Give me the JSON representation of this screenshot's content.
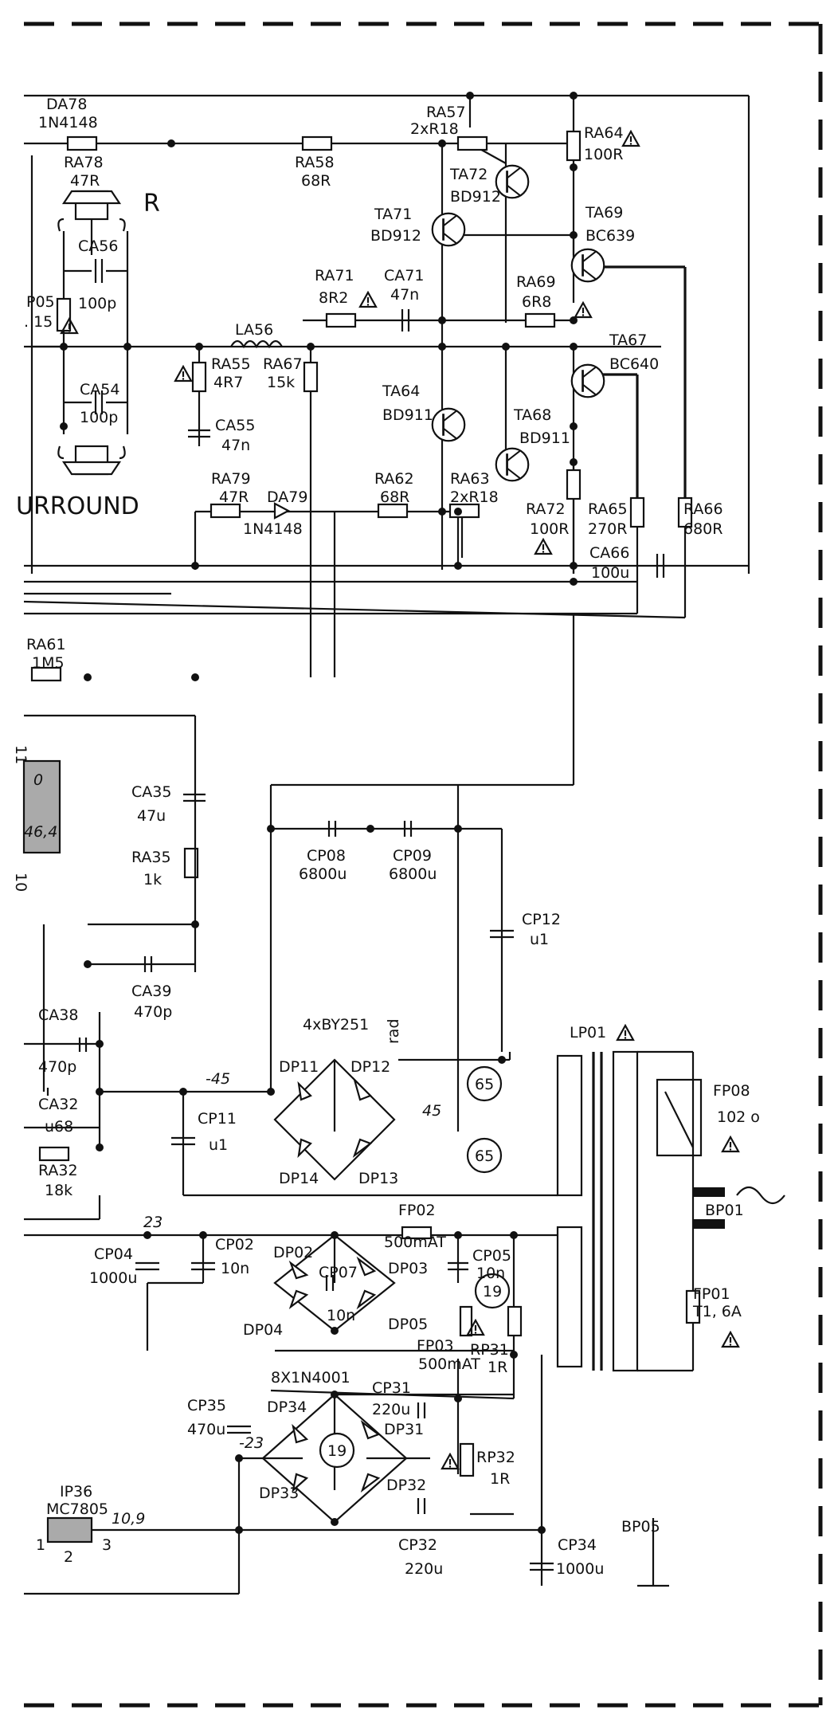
{
  "surround_label": "URROUND",
  "speaker_channel": "R",
  "ic_block": {
    "values": [
      "0",
      "46,4"
    ],
    "pin_marks": [
      "11",
      "10"
    ]
  },
  "voltages": [
    "-45",
    "45",
    "23",
    "-23",
    "10,9"
  ],
  "rectifier_note": "rad",
  "components": {
    "DA78": [
      "DA78",
      "1N4148"
    ],
    "RA78": [
      "RA78",
      "47R"
    ],
    "RA58": [
      "RA58",
      "68R"
    ],
    "RA57": [
      "RA57",
      "2xR18"
    ],
    "RA64": [
      "RA64",
      "100R"
    ],
    "TA72": [
      "TA72",
      "BD912"
    ],
    "TA71": [
      "TA71",
      "BD912"
    ],
    "TA69": [
      "TA69",
      "BC639"
    ],
    "CA56": [
      "CA56",
      "100p"
    ],
    "P05": [
      "P05",
      ". 15"
    ],
    "RA71": [
      "RA71",
      "8R2"
    ],
    "CA71": [
      "CA71",
      "47n"
    ],
    "RA69": [
      "RA69",
      "6R8"
    ],
    "LA56": [
      "LA56"
    ],
    "TA67": [
      "TA67",
      "BC640"
    ],
    "RA55": [
      "RA55",
      "4R7"
    ],
    "RA67": [
      "RA67",
      "15k"
    ],
    "CA54": [
      "CA54",
      "100p"
    ],
    "TA64": [
      "TA64",
      "BD911"
    ],
    "TA68": [
      "TA68",
      "BD911"
    ],
    "CA55": [
      "CA55",
      "47n"
    ],
    "RA79": [
      "RA79",
      "47R"
    ],
    "DA79": [
      "DA79",
      "1N4148"
    ],
    "RA62": [
      "RA62",
      "68R"
    ],
    "RA63": [
      "RA63",
      "2xR18"
    ],
    "RA72": [
      "RA72",
      "100R"
    ],
    "RA65": [
      "RA65",
      "270R"
    ],
    "RA66": [
      "RA66",
      "680R"
    ],
    "CA66": [
      "CA66",
      "100u"
    ],
    "RA61": [
      "RA61",
      "1M5"
    ],
    "CA35": [
      "CA35",
      "47u"
    ],
    "RA35": [
      "RA35",
      "1k"
    ],
    "CP08": [
      "CP08",
      "6800u"
    ],
    "CP09": [
      "CP09",
      "6800u"
    ],
    "CP12": [
      "CP12",
      "u1"
    ],
    "CA39": [
      "CA39",
      "470p"
    ],
    "BRIDGE1": [
      "4xBY251"
    ],
    "CA38": [
      "CA38",
      "470p"
    ],
    "LP01": [
      "LP01"
    ],
    "CA32": [
      "CA32",
      "u68"
    ],
    "CP11": [
      "CP11",
      "u1"
    ],
    "FP08": [
      "FP08",
      "102 o"
    ],
    "RA32": [
      "RA32",
      "18k"
    ],
    "BP01": [
      "BP01"
    ],
    "FP02": [
      "FP02",
      "500mAT"
    ],
    "CP04": [
      "CP04",
      "1000u"
    ],
    "CP02": [
      "CP02",
      "10n"
    ],
    "CP05": [
      "CP05",
      "10n"
    ],
    "CP07": [
      "CP07",
      "10n"
    ],
    "FP03": [
      "FP03",
      "500mAT"
    ],
    "RP31": [
      "RP31",
      "1R"
    ],
    "FP01": [
      "FP01",
      "T1, 6A"
    ],
    "BRIDGE2": [
      "8X1N4001"
    ],
    "CP31": [
      "CP31",
      "220u"
    ],
    "CP35": [
      "CP35",
      "470u"
    ],
    "RP32": [
      "RP32",
      "1R"
    ],
    "IP36": [
      "IP36",
      "MC7805"
    ],
    "CP32": [
      "CP32",
      "220u"
    ],
    "CP34": [
      "CP34",
      "1000u"
    ],
    "BP05": [
      "BP05"
    ]
  },
  "diodes": [
    "DP11",
    "DP12",
    "DP14",
    "DP13",
    "DP02",
    "DP03",
    "DP04",
    "DP05",
    "DP34",
    "DP31",
    "DP33",
    "DP32"
  ],
  "connector_marks": [
    "65",
    "65",
    "19",
    "19"
  ],
  "ic_pins": [
    "1",
    "2",
    "3"
  ]
}
